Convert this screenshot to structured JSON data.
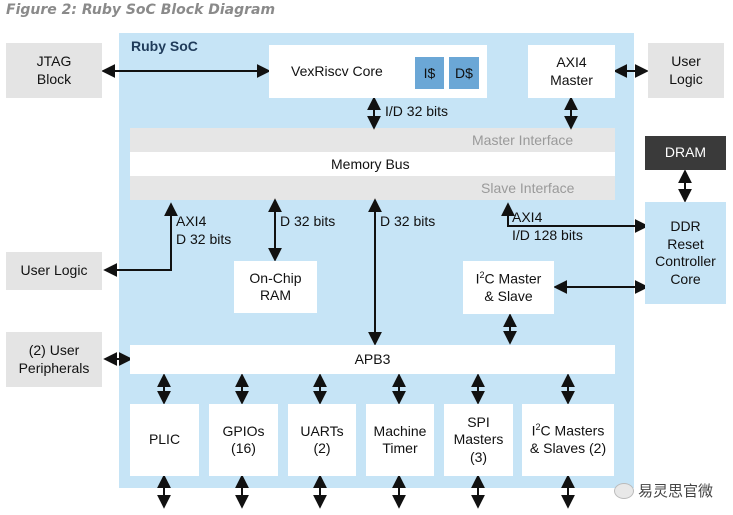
{
  "figure_title": "Figure 2: Ruby SoC Block Diagram",
  "soc_label": "Ruby SoC",
  "colors": {
    "soc_bg": "#c6e4f6",
    "block_white": "#ffffff",
    "external_grey": "#e4e4e4",
    "dram_dark": "#3a3a3a",
    "cache_blue": "#6ba7d6",
    "interface_grey": "#e6e6e6"
  },
  "external": {
    "jtag": [
      "JTAG",
      "Block"
    ],
    "user_logic_top": [
      "User",
      "Logic"
    ],
    "user_logic_left": "User Logic",
    "user_peripherals": [
      "(2) User",
      "Peripherals"
    ],
    "dram": "DRAM",
    "ddr_controller": [
      "DDR",
      "Reset",
      "Controller",
      "Core"
    ]
  },
  "core": {
    "name": "VexRiscv Core",
    "icache": "I$",
    "dcache": "D$"
  },
  "axi_master": [
    "AXI4",
    "Master"
  ],
  "memory_bus": {
    "label": "Memory Bus",
    "master_interface": "Master Interface",
    "slave_interface": "Slave Interface"
  },
  "bus_labels": {
    "core_link": "I/D 32 bits",
    "axi_left": [
      "AXI4",
      "D 32 bits"
    ],
    "ram_link": "D 32 bits",
    "apb_link": "D 32 bits",
    "axi_ddr": [
      "AXI4",
      "I/D 128 bits"
    ]
  },
  "on_chip_ram": [
    "On-Chip",
    "RAM"
  ],
  "i2c_ms": {
    "prefix": "I",
    "sup": "2",
    "rest": "C Master",
    "line2": "& Slave"
  },
  "apb3": "APB3",
  "peripherals": {
    "plic": "PLIC",
    "gpios": [
      "GPIOs",
      "(16)"
    ],
    "uarts": [
      "UARTs",
      "(2)"
    ],
    "timer": [
      "Machine",
      "Timer"
    ],
    "spi": [
      "SPI",
      "Masters",
      "(3)"
    ],
    "i2c_masters": {
      "prefix": "I",
      "sup": "2",
      "rest": "C Masters",
      "line2": "& Slaves (2)"
    }
  },
  "watermark": "易灵思官微"
}
